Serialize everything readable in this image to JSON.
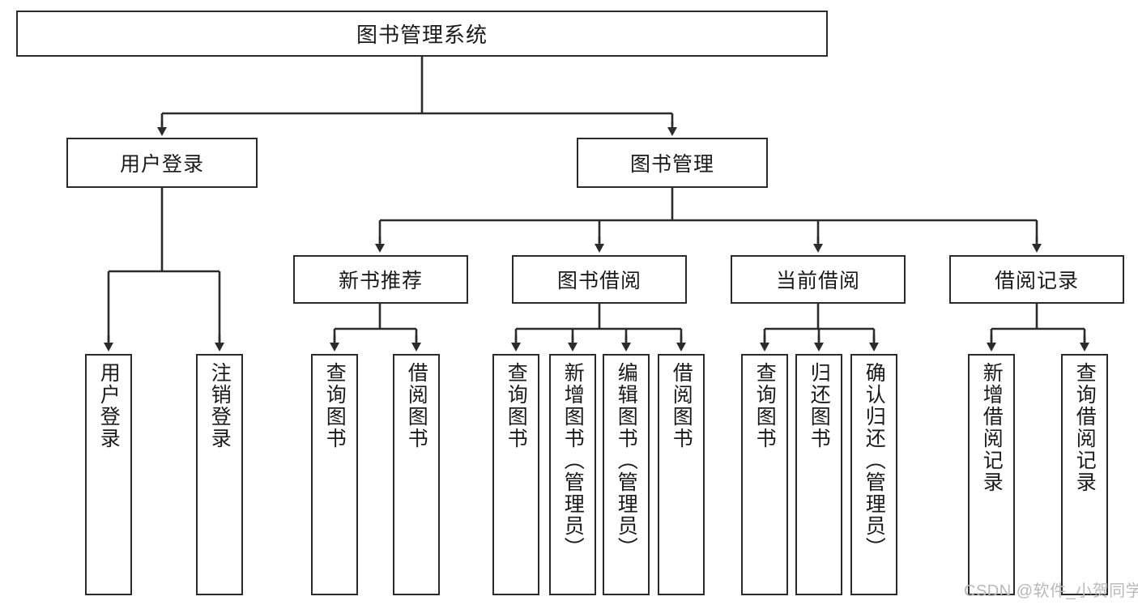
{
  "diagram": {
    "title": "图书管理系统",
    "type": "functional-structure-tree",
    "colors": {
      "box_border": "#2b2b2b",
      "box_fill": "#ffffff",
      "connector": "#2b2b2b",
      "watermark": "#b9b9b9",
      "background": "#ffffff"
    },
    "root": {
      "label": "图书管理系统"
    },
    "level2": [
      {
        "label": "用户登录"
      },
      {
        "label": "图书管理"
      }
    ],
    "level3": [
      {
        "label": "新书推荐"
      },
      {
        "label": "图书借阅"
      },
      {
        "label": "当前借阅"
      },
      {
        "label": "借阅记录"
      }
    ],
    "leaves": {
      "user_login": [
        {
          "label": "用户登录"
        },
        {
          "label": "注销登录"
        }
      ],
      "new_book_recommend": [
        {
          "label": "查询图书"
        },
        {
          "label": "借阅图书"
        }
      ],
      "book_borrow": [
        {
          "label": "查询图书"
        },
        {
          "label": "新增图书（管理员）"
        },
        {
          "label": "编辑图书（管理员）"
        },
        {
          "label": "借阅图书"
        }
      ],
      "current_borrow": [
        {
          "label": "查询图书"
        },
        {
          "label": "归还图书"
        },
        {
          "label": "确认归还（管理员）"
        }
      ],
      "borrow_record": [
        {
          "label": "新增借阅记录"
        },
        {
          "label": "查询借阅记录"
        }
      ]
    },
    "watermark": "CSDN @软件_小贺同学"
  }
}
